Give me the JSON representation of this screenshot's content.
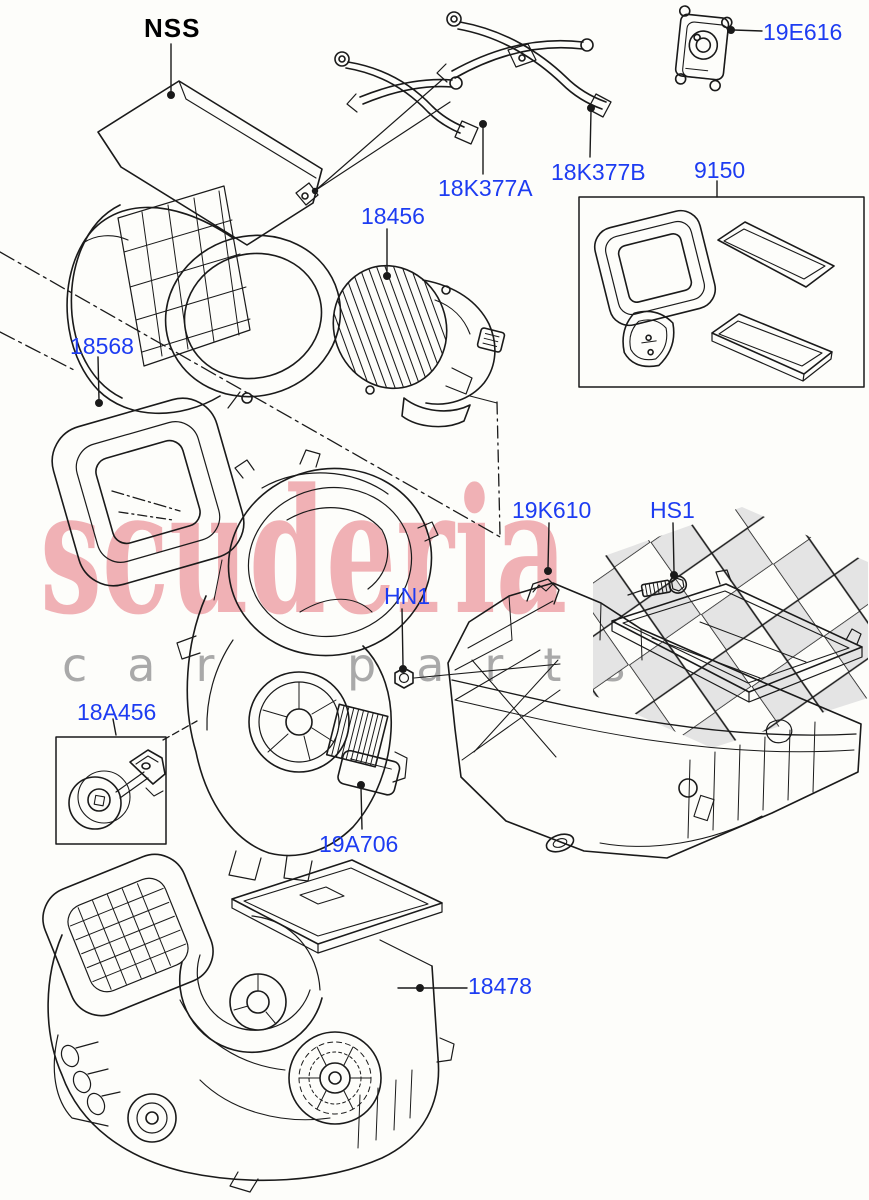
{
  "watermark": {
    "brand": "scuderia",
    "tagline": "car parts",
    "brand_color": "#f0b1b5",
    "tagline_color": "#a9a9a9",
    "flag_color": "#e4e4e4"
  },
  "colors": {
    "part_label_blue": "#1d3cf2",
    "reference_label_black": "#000000",
    "line_art": "#1a1a1a",
    "background": "#fdfdfa"
  },
  "labels": [
    {
      "id": "NSS",
      "text": "NSS"
    },
    {
      "id": "19E616",
      "text": "19E616"
    },
    {
      "id": "18K377A",
      "text": "18K377A"
    },
    {
      "id": "18K377B",
      "text": "18K377B"
    },
    {
      "id": "9150",
      "text": "9150"
    },
    {
      "id": "18456",
      "text": "18456"
    },
    {
      "id": "18568",
      "text": "18568"
    },
    {
      "id": "19K610",
      "text": "19K610"
    },
    {
      "id": "HS1",
      "text": "HS1"
    },
    {
      "id": "HN1",
      "text": "HN1"
    },
    {
      "id": "18A456",
      "text": "18A456"
    },
    {
      "id": "19A706",
      "text": "19A706"
    },
    {
      "id": "18478",
      "text": "18478"
    }
  ]
}
